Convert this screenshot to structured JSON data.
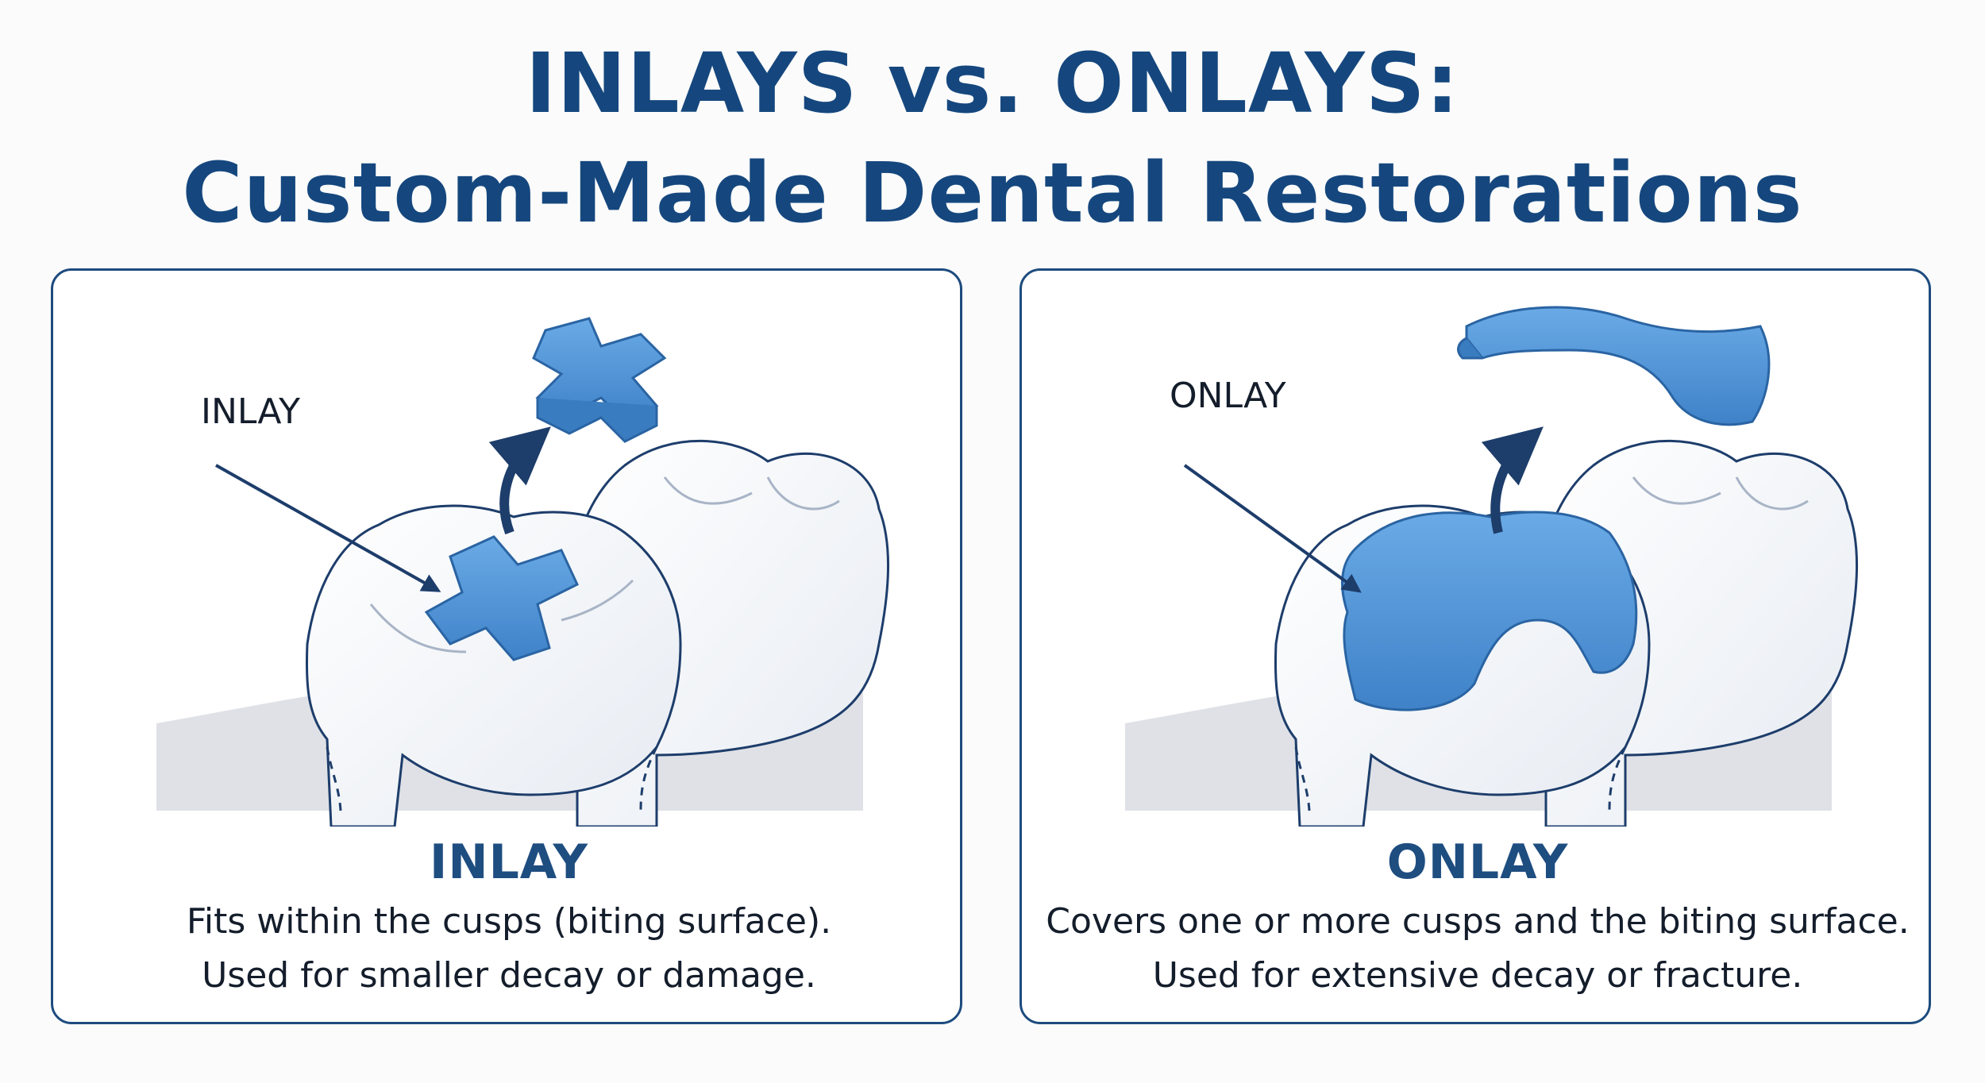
{
  "header": {
    "title_line1": "INLAYS vs. ONLAYS:",
    "title_line2": "Custom-Made Dental Restorations"
  },
  "panels": [
    {
      "callout": "INLAY",
      "heading": "INLAY",
      "desc_line1": "Fits within the cusps (biting surface).",
      "desc_line2": "Used for smaller decay or damage."
    },
    {
      "callout": "ONLAY",
      "heading": "ONLAY",
      "desc_line1": "Covers one or more cusps and the biting surface.",
      "desc_line2": "Used for extensive decay or fracture."
    }
  ],
  "colors": {
    "title": "#15477e",
    "border": "#1d4b7e",
    "restoration": "#4a90d4",
    "tooth_outline": "#1d3d6b",
    "gum": "#dfe1e6"
  }
}
